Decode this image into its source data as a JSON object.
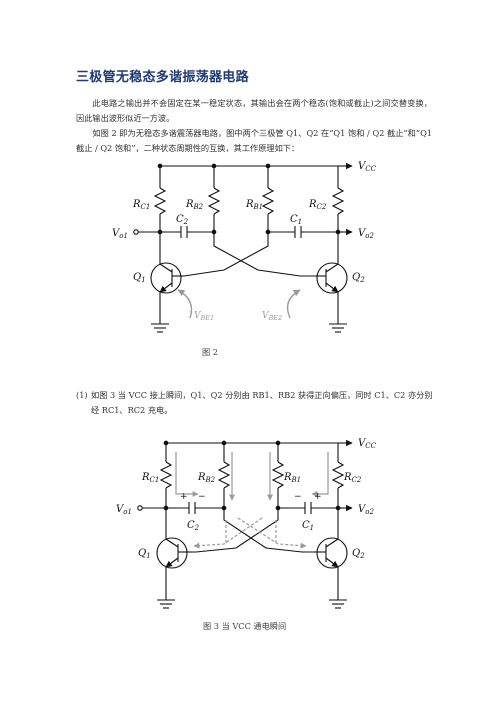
{
  "document": {
    "title": "三极管无稳态多谐振荡器电路",
    "paragraph1": "此电路之输出并不会固定在某一稳定状态，其输出会在两个稳态(饱和或截止)之间交替变换，因此输出波形似近一方波。",
    "paragraph2": "如图 2 即为无稳态多谐震荡器电路，图中两个三极管 Q1、Q2 在“Q1 饱和 / Q2 截止”和“Q1 截止 / Q2 饱和”，二种状态周期性的互换，其工作原理如下：",
    "figure2_caption": "图 2",
    "step1_number": "(1)",
    "step1_text": "如图 3 当 VCC 接上瞬间，Q1、Q2 分别由 RB1、RB2 获得正向偏压，同时 C1、C2 亦分别经 RC1、RC2 充电。",
    "figure3_caption": "图 3  当 VCC 通电瞬间"
  },
  "figure2": {
    "vcc": "V",
    "vcc_sub": "CC",
    "rc1": "R",
    "rc1_sub": "C1",
    "rb2": "R",
    "rb2_sub": "B2",
    "rb1": "R",
    "rb1_sub": "B1",
    "rc2": "R",
    "rc2_sub": "C2",
    "c2": "C",
    "c2_sub": "2",
    "c1": "C",
    "c1_sub": "1",
    "vo1": "V",
    "vo1_sub": "o1",
    "vo2": "V",
    "vo2_sub": "o2",
    "q1": "Q",
    "q1_sub": "1",
    "q2": "Q",
    "q2_sub": "2",
    "vbe1": "V",
    "vbe1_sub": "BE1",
    "vbe2": "V",
    "vbe2_sub": "BE2"
  },
  "figure3": {
    "vcc": "V",
    "vcc_sub": "CC",
    "rc1": "R",
    "rc1_sub": "C1",
    "rb2": "R",
    "rb2_sub": "B2",
    "rb1": "R",
    "rb1_sub": "B1",
    "rc2": "R",
    "rc2_sub": "C2",
    "c2": "C",
    "c2_sub": "2",
    "c1": "C",
    "c1_sub": "1",
    "vo1": "V",
    "vo1_sub": "o1",
    "vo2": "V",
    "vo2_sub": "o2",
    "q1": "Q",
    "q1_sub": "1",
    "q2": "Q",
    "q2_sub": "2",
    "plus": "+",
    "minus": "−"
  }
}
